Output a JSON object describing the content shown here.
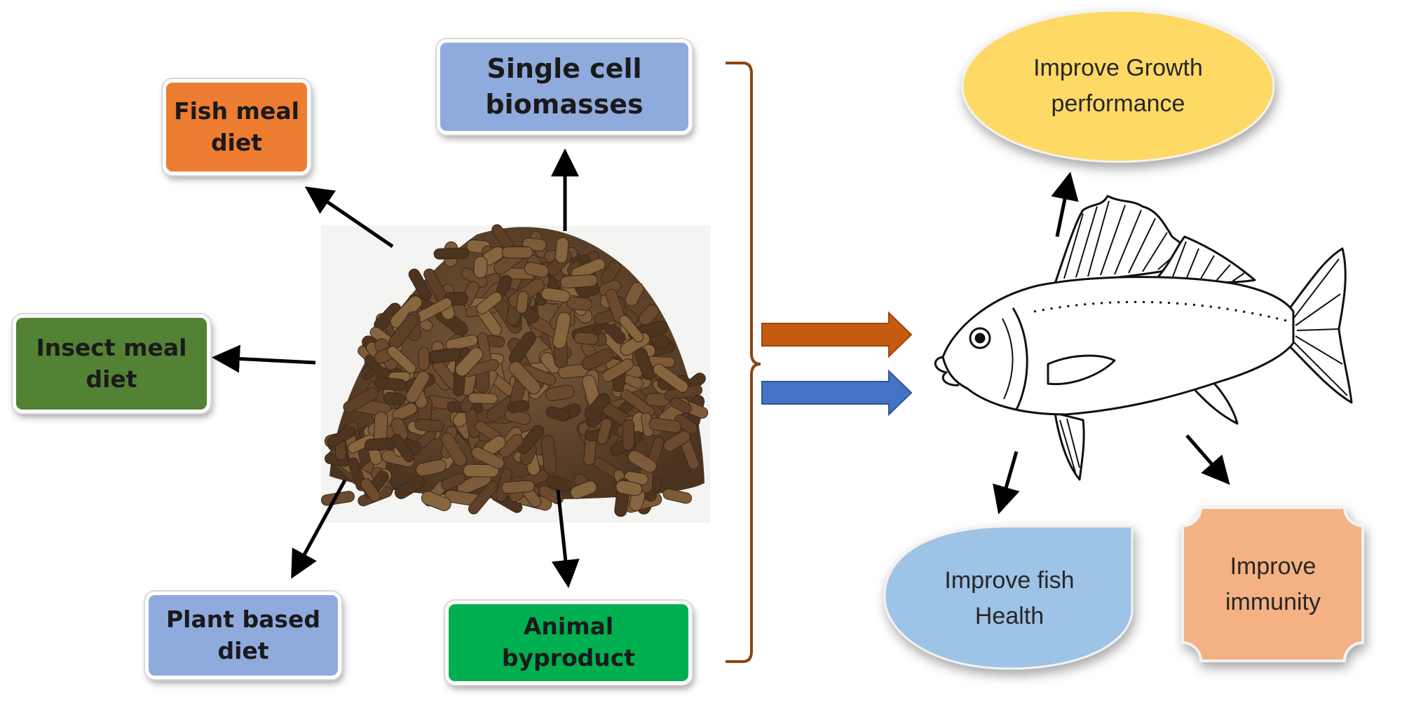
{
  "feed_sources": {
    "fish_meal": "Fish meal\ndiet",
    "single_cell": "Single cell\nbiomasses",
    "insect_meal": "Insect meal\ndiet",
    "plant_based": "Plant based\ndiet",
    "animal_byproduct": "Animal\nbyproduct"
  },
  "outcomes": {
    "growth": "Improve Growth\nperformance",
    "health": "Improve fish\nHealth",
    "immunity": "Improve\nimmunity"
  },
  "colors": {
    "fish_meal": "#ED7D31",
    "single_cell": "#8FAADC",
    "insect_meal": "#548235",
    "plant_based": "#8FAADC",
    "animal_byproduct": "#00B050",
    "growth": "#FFD966",
    "health": "#9DC3E6",
    "immunity": "#F4B183",
    "bracket": "#8B4513",
    "arrow_top": "#C55A11",
    "arrow_bottom": "#4472C4"
  }
}
